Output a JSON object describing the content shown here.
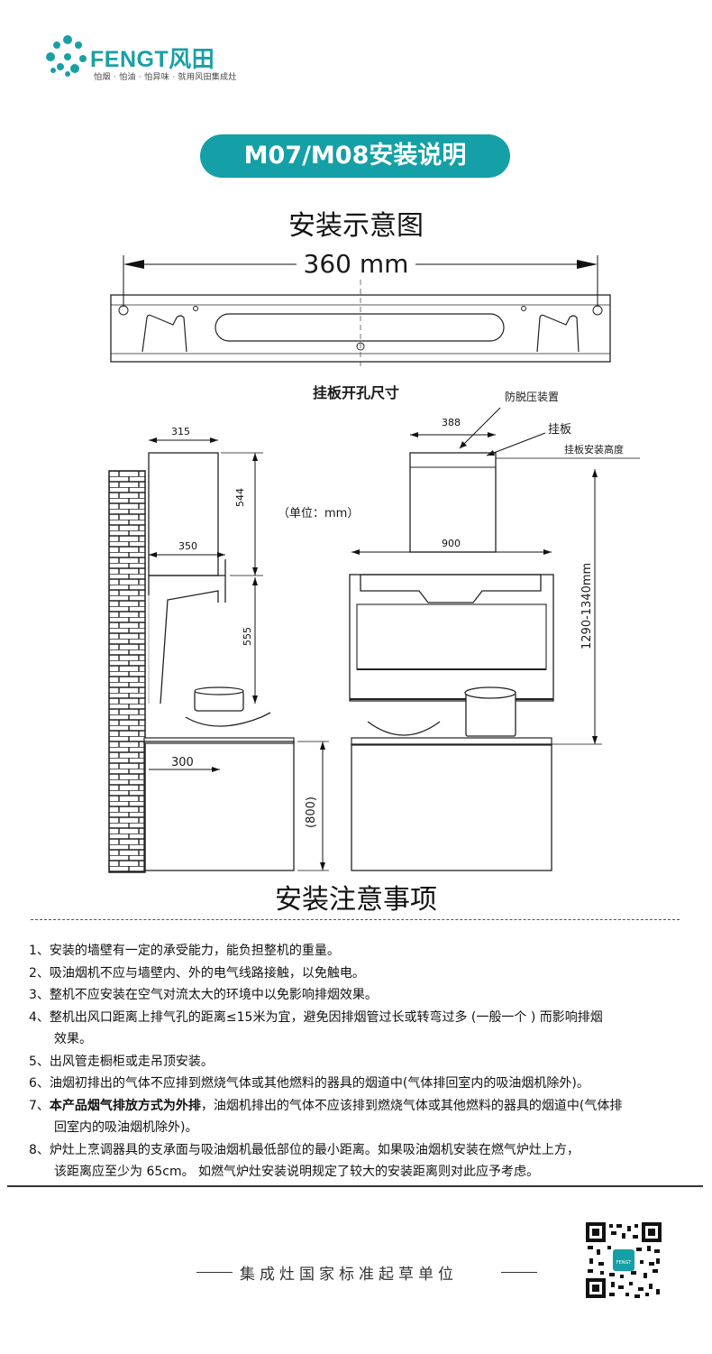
{
  "brand": {
    "name": "FENGT风田",
    "slogan": "怕烟 · 怕油 · 怕异味 · 就用风田集成灶",
    "accent_color": "#14a0a6"
  },
  "title": "M07/M08安装说明",
  "diagram": {
    "section_title": "安装示意图",
    "plate_width_label": "360 mm",
    "plate_caption": "挂板开孔尺寸",
    "unit_note": "（单位：mm）",
    "side_view": {
      "top_depth": "315",
      "body_height": "544",
      "lower_depth": "350",
      "lower_height": "555",
      "counter_depth": "300",
      "cabinet_height": "(800)"
    },
    "front_view": {
      "upper_width": "388",
      "hood_width": "900",
      "mount_height": "1290-1340mm",
      "callout_anti_pressure": "防脱压装置",
      "callout_plate": "挂板",
      "callout_plate_height": "挂板安装高度"
    }
  },
  "notes": {
    "section_title": "安装注意事项",
    "items": [
      {
        "num": "1、",
        "text": "安装的墙壁有一定的承受能力，能负担整机的重量。",
        "cont": ""
      },
      {
        "num": "2、",
        "text": "吸油烟机不应与墙壁内、外的电气线路接触，以免触电。",
        "cont": ""
      },
      {
        "num": "3、",
        "text": "整机不应安装在空气对流太大的环境中以免影响排烟效果。",
        "cont": ""
      },
      {
        "num": "4、",
        "text": "整机出风口距离上排气孔的距离≤15米为宜，避免因排烟管过长或转弯过多 (一般一个 ) 而影响排烟",
        "cont": "效果。"
      },
      {
        "num": "5、",
        "text": "出风管走橱柜或走吊顶安装。",
        "cont": ""
      },
      {
        "num": "6、",
        "text": "油烟初排出的气体不应排到燃烧气体或其他燃料的器具的烟道中(气体排回室内的吸油烟机除外)。",
        "cont": ""
      },
      {
        "num": "7、",
        "bold": "本产品烟气排放方式为外排",
        "text": "，油烟机排出的气体不应该排到燃烧气体或其他燃料的器具的烟道中(气体排",
        "cont": "回室内的吸油烟机除外)。"
      },
      {
        "num": "8、",
        "text": "炉灶上烹调器具的支承面与吸油烟机最低部位的最小距离。如果吸油烟机安装在燃气炉灶上方，",
        "cont": "该距离应至少为  65cm。 如燃气炉灶安装说明规定了较大的安装距离则对此应予考虑。"
      }
    ]
  },
  "footer": {
    "text": "集成灶国家标准起草单位",
    "qr_label": "FENGT"
  }
}
